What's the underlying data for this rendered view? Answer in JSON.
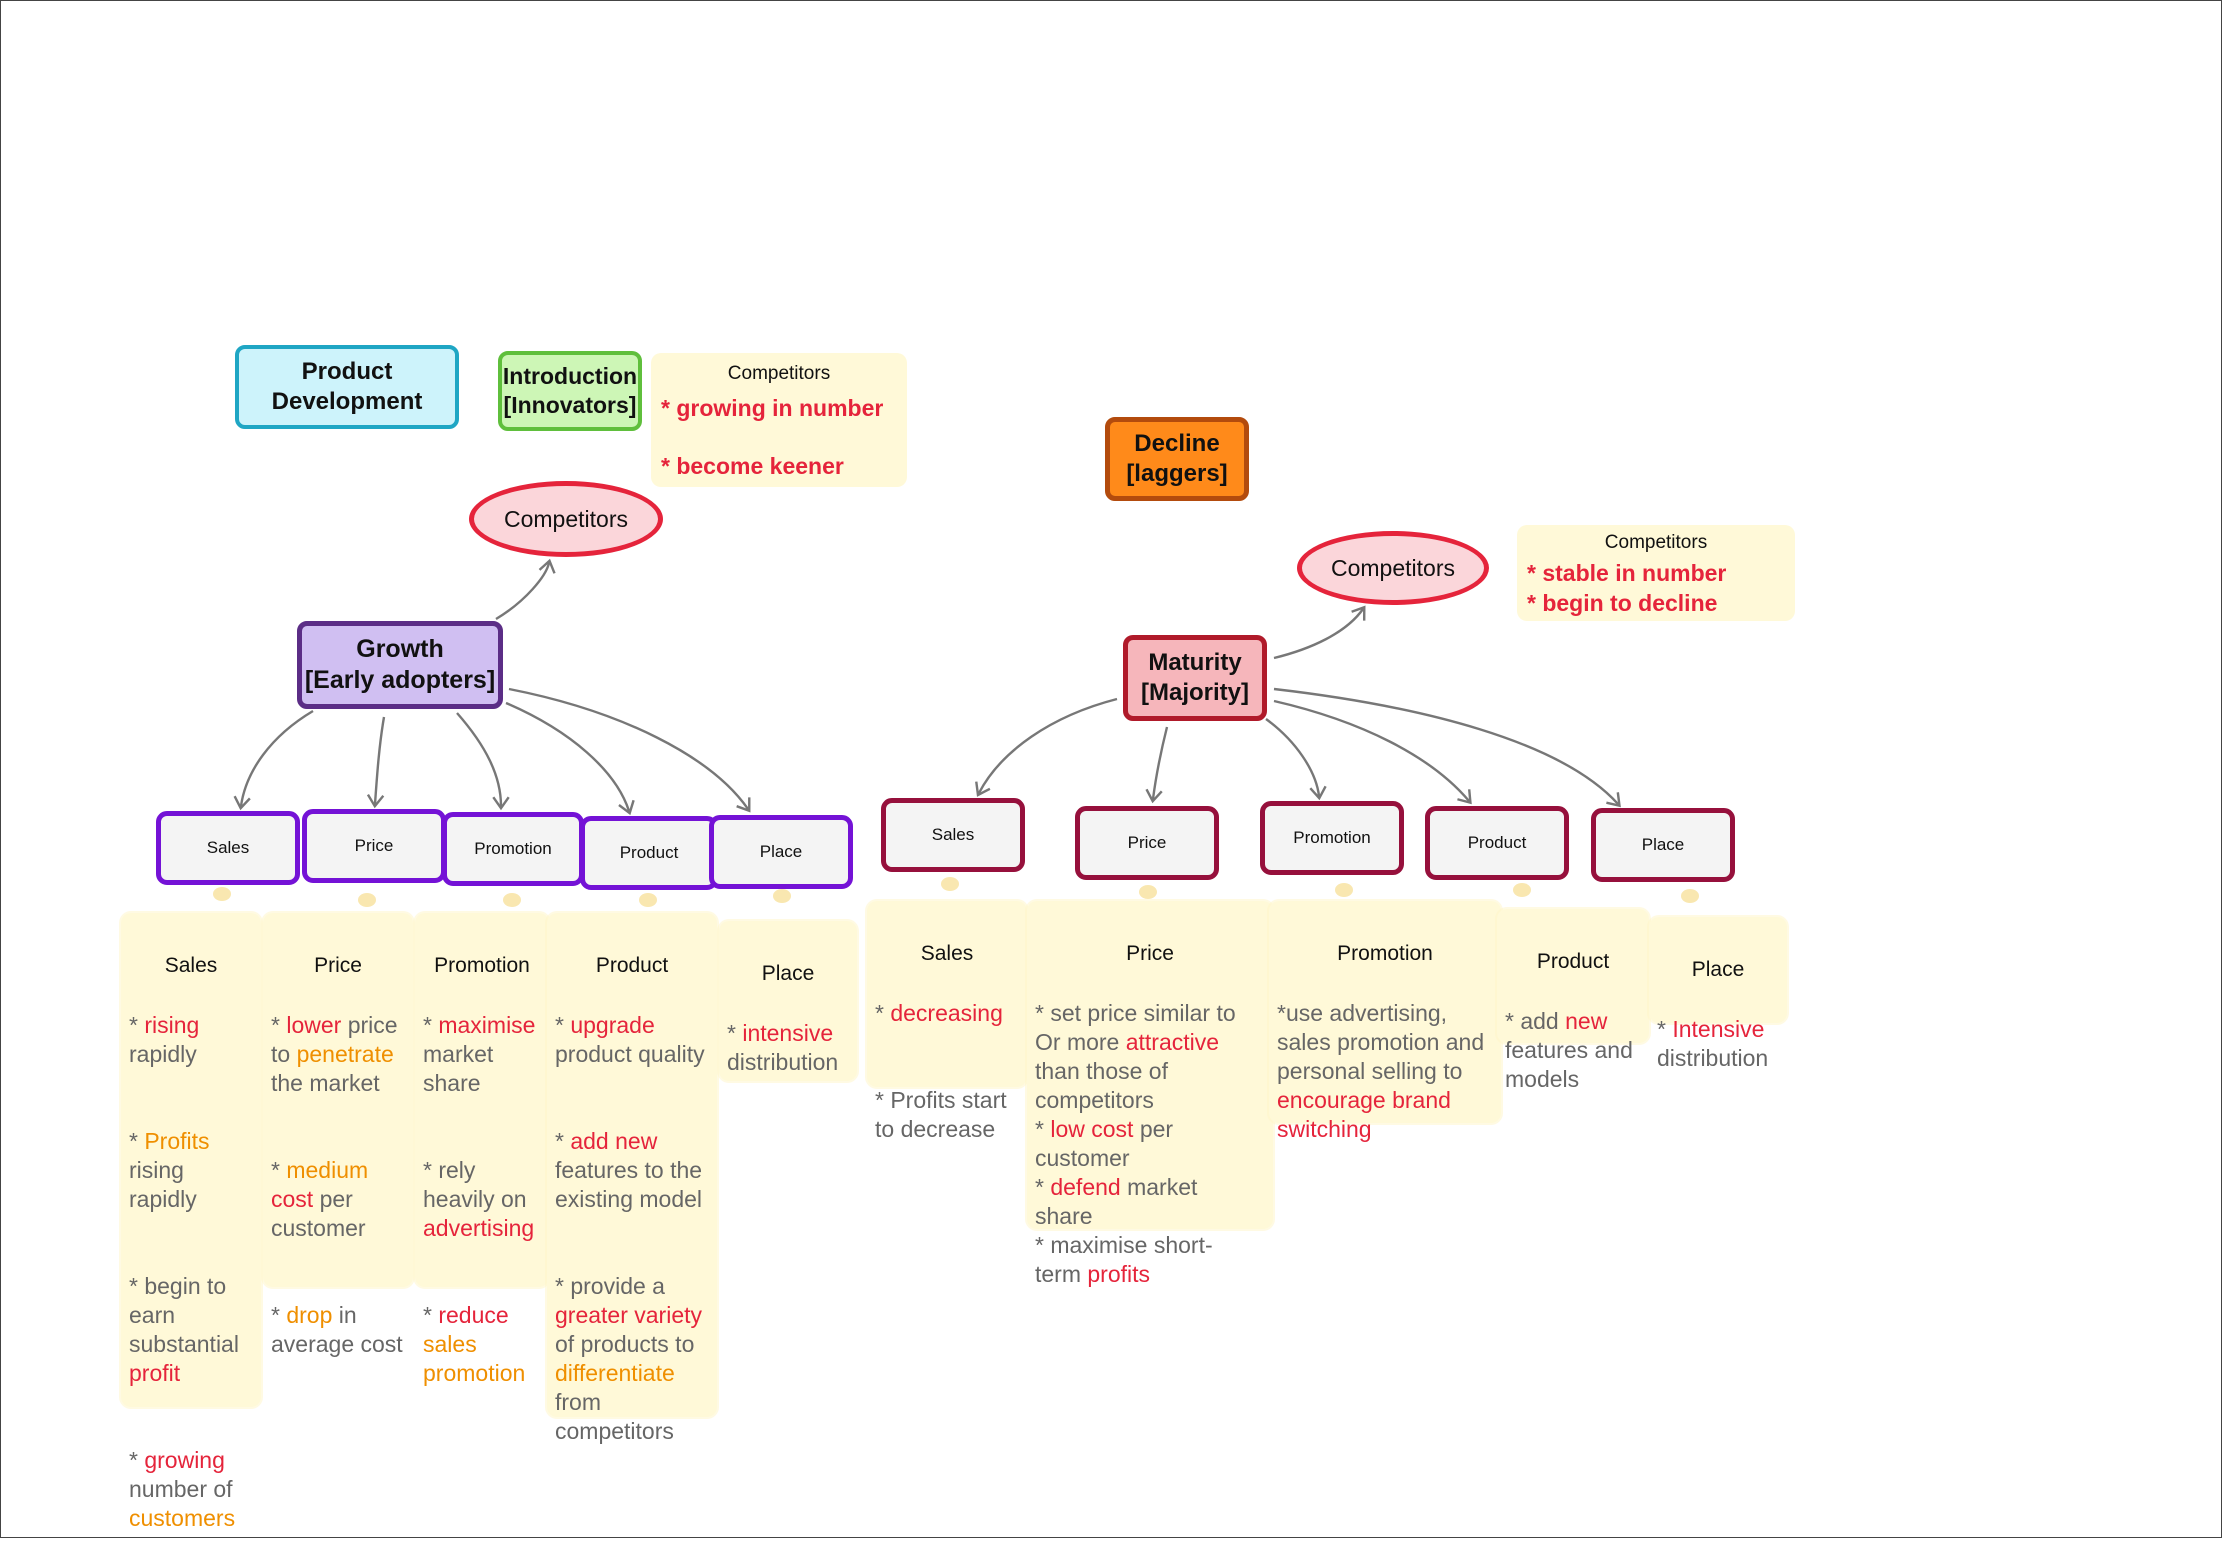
{
  "stages": {
    "product_development": "Product\nDevelopment",
    "introduction": "Introduction\n[Innovators]",
    "growth": "Growth\n[Early adopters]",
    "maturity": "Maturity\n[Majority]",
    "decline": "Decline\n[laggers]"
  },
  "competitors_label": "Competitors",
  "growth_competitors_note": {
    "title": "Competitors",
    "line1": "* growing in number",
    "line2": "* become keener"
  },
  "maturity_competitors_note": {
    "title": "Competitors",
    "line1": "* stable in number",
    "line2": "* begin to decline"
  },
  "mix_labels": {
    "sales": "Sales",
    "price": "Price",
    "promotion": "Promotion",
    "product": "Product",
    "place": "Place"
  },
  "growth_notes": {
    "sales": {
      "title": "Sales",
      "rising": "rising",
      "rapidly": "rapidly",
      "profits": "Profits",
      "rising_rapidly": "rising\nrapidly",
      "begin": "* begin to\nearn\nsubstantial",
      "profit": "profit",
      "growing": "growing",
      "number_of": "number of",
      "customers": "customers"
    },
    "price": {
      "title": "Price",
      "lower": "lower",
      "price_to": " price\nto ",
      "penetrate": "penetrate",
      "the_market": "\nthe market",
      "medium": "medium",
      "cost": "cost",
      "per_customer": " per\ncustomer",
      "drop": "drop",
      "in_average": " in\naverage cost"
    },
    "promotion": {
      "title": "Promotion",
      "maximise": "maximise",
      "market_share": "market\nshare",
      "rely": "* rely\nheavily on",
      "advertising": "advertising",
      "reduce": "reduce",
      "sales": "sales",
      "promotion": "promotion"
    },
    "product": {
      "title": "Product",
      "upgrade": "upgrade",
      "product_quality": "product quality",
      "add_new": "add new",
      "features": "features to the\nexisting model",
      "provide": "* provide a",
      "greater_variety": "greater variety",
      "of_products": "of products to",
      "differentiate": "differentiate",
      "from": "from\ncompetitors"
    },
    "place": {
      "title": "Place",
      "intensive": "intensive",
      "distribution": "distribution"
    }
  },
  "maturity_notes": {
    "sales": {
      "title": "Sales",
      "decreasing": "decreasing",
      "profits_start": "* Profits start\nto decrease"
    },
    "price": {
      "title": "Price",
      "set_price": "* set price similar to\nOr more ",
      "attractive": "attractive",
      "than": "\nthan those of\ncompetitors",
      "low_cost": "low cost",
      "per_customer": " per\ncustomer",
      "defend": "defend",
      "market_share": " market\nshare",
      "maximise": "* maximise short-\nterm ",
      "profits": "profits"
    },
    "promotion": {
      "title": "Promotion",
      "use": "*use advertising,\nsales promotion and\npersonal selling to",
      "encourage": "encourage brand\nswitching"
    },
    "product": {
      "title": "Product",
      "add": "* add ",
      "new": "new",
      "features": "\nfeatures and\nmodels"
    },
    "place": {
      "title": "Place",
      "intensive": "Intensive",
      "distribution": "distribution"
    }
  },
  "colors": {
    "growth_border": "#7412d6",
    "maturity_border": "#96103c",
    "highlight_red": "#e5243b",
    "highlight_orange": "#ef8f00",
    "note_bg": "#fff9d8"
  }
}
